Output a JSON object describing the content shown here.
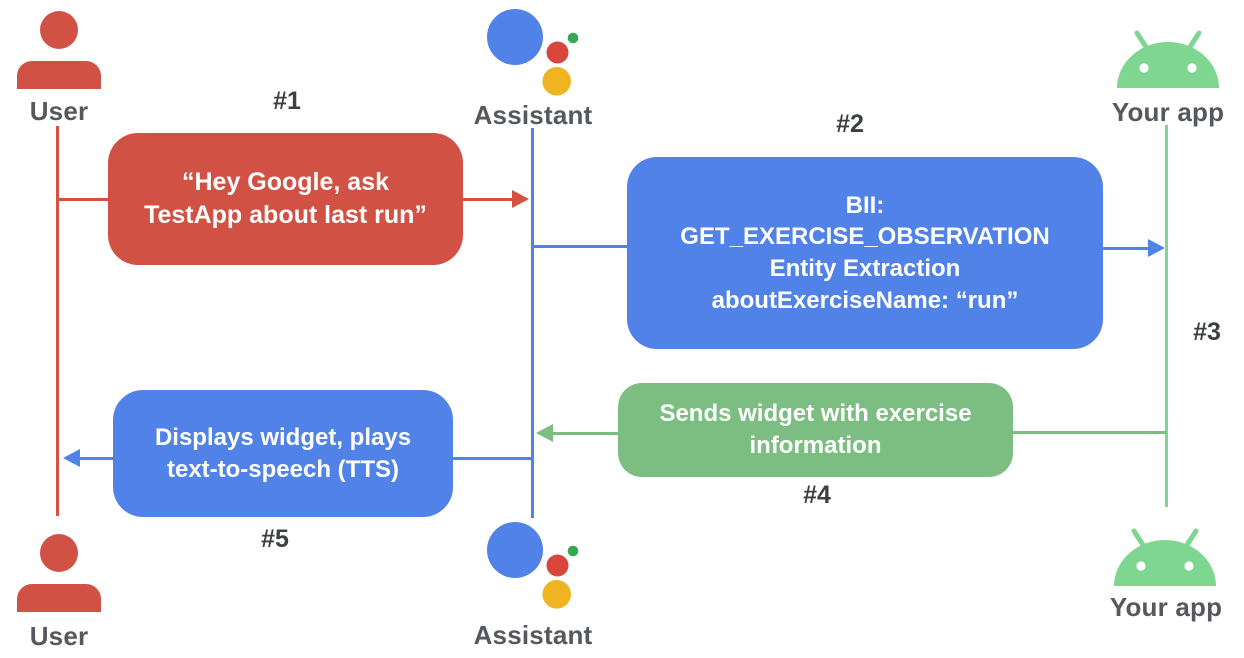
{
  "actors": {
    "user_top": "User",
    "assistant_top": "Assistant",
    "app_top": "Your app",
    "user_bottom": "User",
    "assistant_bottom": "Assistant",
    "app_bottom": "Your app"
  },
  "messages": {
    "m1": "“Hey Google, ask\nTestApp about last run”",
    "m2": "BII:\nGET_EXERCISE_OBSERVATION\nEntity Extraction\naboutExerciseName: “run”",
    "m4": "Sends widget with exercise\ninformation",
    "m5": "Displays widget, plays\ntext-to-speech (TTS)"
  },
  "step_labels": {
    "s1": "#1",
    "s2": "#2",
    "s3": "#3",
    "s4": "#4",
    "s5": "#5"
  },
  "icons": {
    "user": "person-icon",
    "assistant": "google-assistant-icon",
    "app": "android-icon"
  },
  "colors": {
    "red": "#d15144",
    "blue": "#5082e8",
    "green_box": "#7cbe82",
    "android_green": "#7ed691",
    "assistant_blue": "#5082e8",
    "assistant_red": "#d8463c",
    "assistant_yellow": "#f0b422",
    "assistant_green": "#34a853",
    "actor_label_gray": "#55585c",
    "step_label_gray": "#3c4043",
    "message_text": "#ffffff"
  }
}
